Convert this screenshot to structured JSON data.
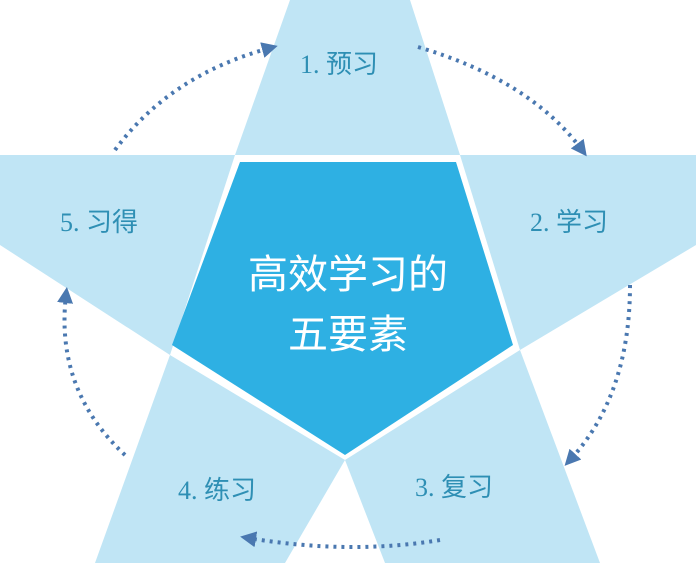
{
  "center": {
    "line1": "高效学习的",
    "line2": "五要素"
  },
  "elements": [
    {
      "label": "1. 预习"
    },
    {
      "label": "2. 学习"
    },
    {
      "label": "3. 复习"
    },
    {
      "label": "4. 练习"
    },
    {
      "label": "5. 习得"
    }
  ],
  "colors": {
    "point_fill": "#c0e5f5",
    "center_fill": "#2eb0e3",
    "arrow": "#4a78b0",
    "label_text": "#2e8fb4",
    "center_text": "#ffffff"
  }
}
